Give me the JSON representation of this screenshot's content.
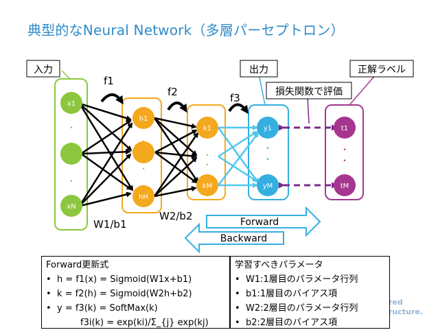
{
  "title": "典型的なNeural Network（多層パーセプトロン）",
  "labels": {
    "input": "入力",
    "output": "出力",
    "correct": "正解ラベル",
    "loss": "損失関数で評価",
    "f1": "f1",
    "f2": "f2",
    "f3": "f3",
    "w1b1": "W1/b1",
    "w2b2": "W2/b2",
    "forward": "Forward",
    "backward": "Backward"
  },
  "nodes": {
    "x1": "x1",
    "xN": "xN",
    "h1": "h1",
    "hH": "hH",
    "k1": "k1",
    "kM": "kM",
    "y1": "y1",
    "yM": "yM",
    "t1": "t1",
    "tM": "tM",
    "dot": "・"
  },
  "forward_box": {
    "heading": "Forward更新式",
    "items": [
      "h = f1(x) = Sigmoid(W1x+b1)",
      "k = f2(h) = Sigmoid(W2h+b2)",
      "y = f3(k) = SoftMax(k)"
    ],
    "extra": "f3i(k) = exp(ki)/Σ_{j} exp(kj)"
  },
  "params_box": {
    "heading": "学習すべきパラメータ",
    "items": [
      "W1:1層目のパラメータ行列",
      "b1:1層目のバイアス項",
      "W2:2層目のパラメータ行列",
      "b2:2層目のバイアス項"
    ]
  },
  "watermark": [
    "red",
    "ructure."
  ],
  "colors": {
    "title": "#2f8bc7",
    "input": "#8cc63e",
    "hidden": "#f4a81d",
    "output": "#35aee0",
    "target": "#a5368f",
    "loss_arrow": "#7b2a8a"
  }
}
